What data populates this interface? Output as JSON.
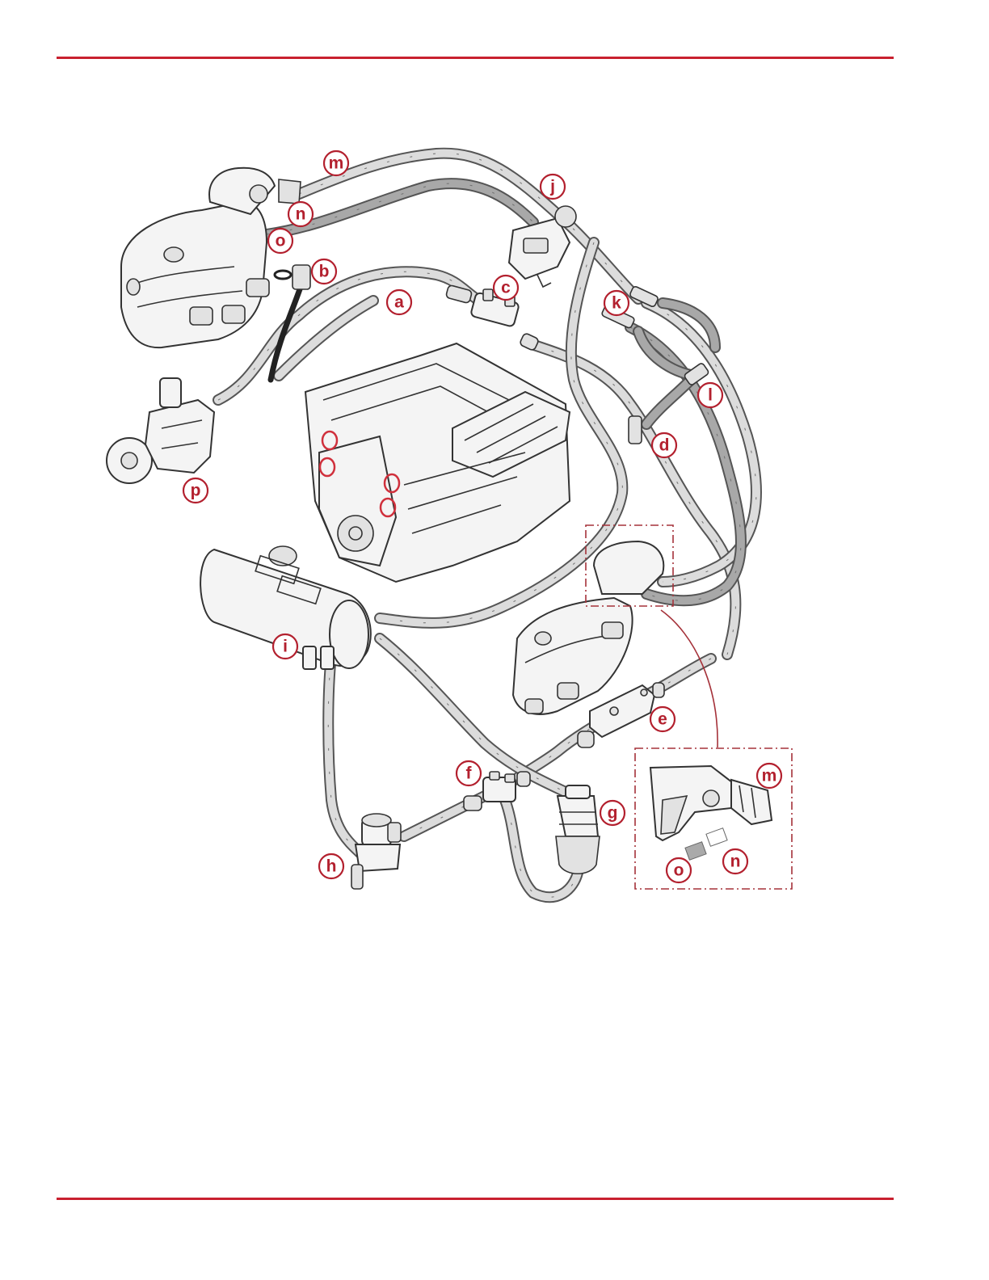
{
  "callouts": [
    {
      "id": "m",
      "label": "m"
    },
    {
      "id": "n",
      "label": "n"
    },
    {
      "id": "o",
      "label": "o"
    },
    {
      "id": "b",
      "label": "b"
    },
    {
      "id": "a",
      "label": "a"
    },
    {
      "id": "j",
      "label": "j"
    },
    {
      "id": "c",
      "label": "c"
    },
    {
      "id": "k",
      "label": "k"
    },
    {
      "id": "l",
      "label": "l"
    },
    {
      "id": "d",
      "label": "d"
    },
    {
      "id": "p",
      "label": "p"
    },
    {
      "id": "i",
      "label": "i"
    },
    {
      "id": "e",
      "label": "e"
    },
    {
      "id": "f",
      "label": "f"
    },
    {
      "id": "g",
      "label": "g"
    },
    {
      "id": "h",
      "label": "h"
    },
    {
      "id": "m2",
      "label": "m"
    },
    {
      "id": "o2",
      "label": "o"
    },
    {
      "id": "n2",
      "label": "n"
    }
  ],
  "colors": {
    "accent_red": "#c8202f",
    "callout_red": "#b3202e",
    "line": "#333333"
  }
}
